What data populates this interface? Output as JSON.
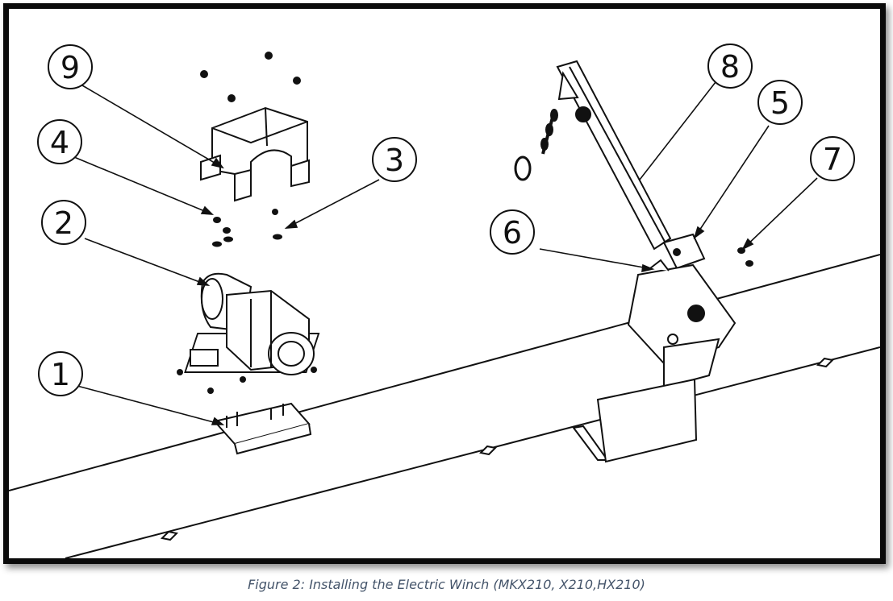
{
  "figure": {
    "caption": "Figure 2: Installing the Electric Winch (MKX210, X210,HX210)"
  },
  "callouts": [
    {
      "id": "callout-9",
      "label": "9",
      "part": "winch-cover"
    },
    {
      "id": "callout-4",
      "label": "4",
      "part": "cover-fasteners"
    },
    {
      "id": "callout-3",
      "label": "3",
      "part": "washers"
    },
    {
      "id": "callout-2",
      "label": "2",
      "part": "electric-winch"
    },
    {
      "id": "callout-1",
      "label": "1",
      "part": "winch-mount-plate"
    },
    {
      "id": "callout-8",
      "label": "8",
      "part": "boom-arm"
    },
    {
      "id": "callout-5",
      "label": "5",
      "part": "pulley-bracket"
    },
    {
      "id": "callout-6",
      "label": "6",
      "part": "pivot-bracket"
    },
    {
      "id": "callout-7",
      "label": "7",
      "part": "nuts"
    }
  ]
}
